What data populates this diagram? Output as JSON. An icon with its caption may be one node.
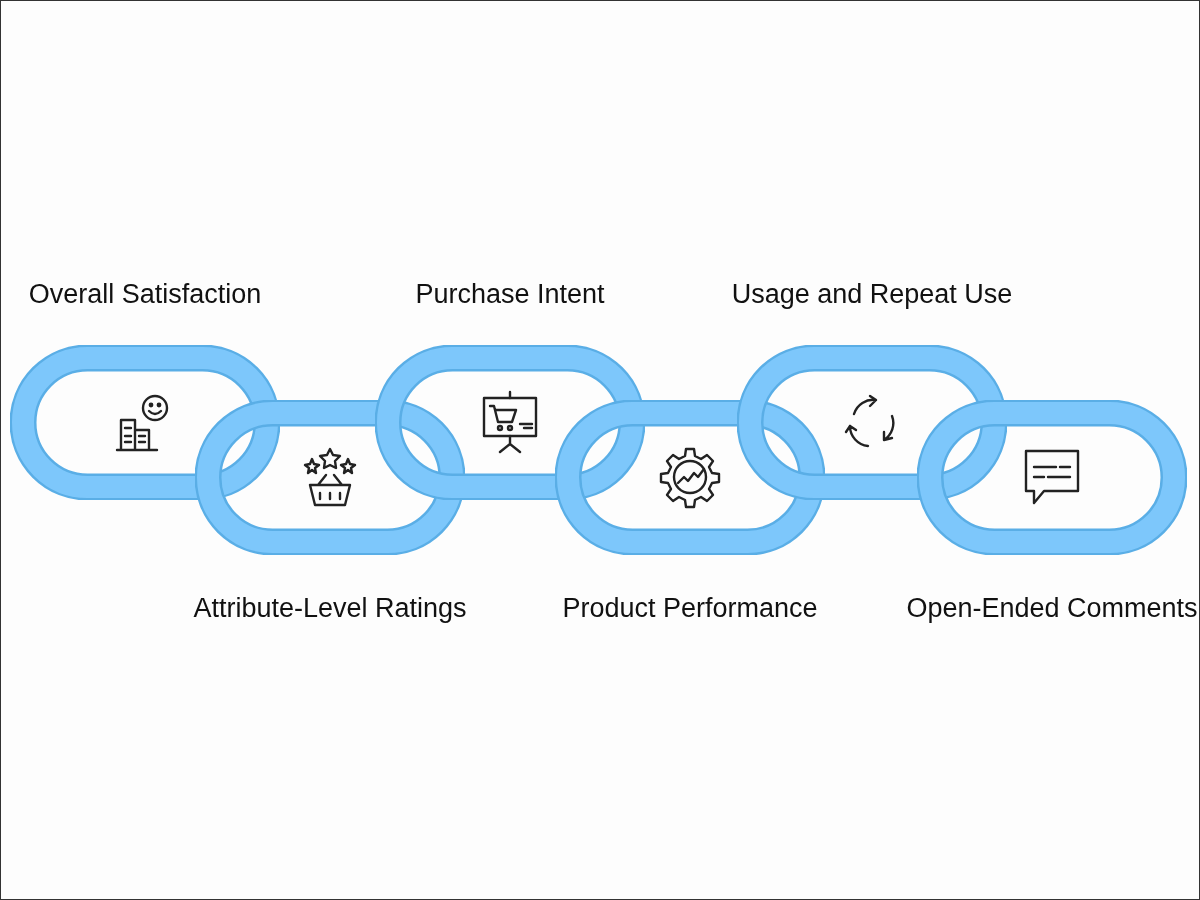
{
  "diagram": {
    "nodes": [
      {
        "text": [
          "Overall Satisfaction"
        ]
      },
      {
        "text": [
          "Attribute-Level Ratings"
        ]
      },
      {
        "text": [
          "Purchase Intent"
        ]
      },
      {
        "text": [
          "Product Performance"
        ]
      },
      {
        "text": [
          "Usage and Repeat Use"
        ]
      },
      {
        "text": [
          "Open-Ended Comments"
        ]
      }
    ]
  }
}
